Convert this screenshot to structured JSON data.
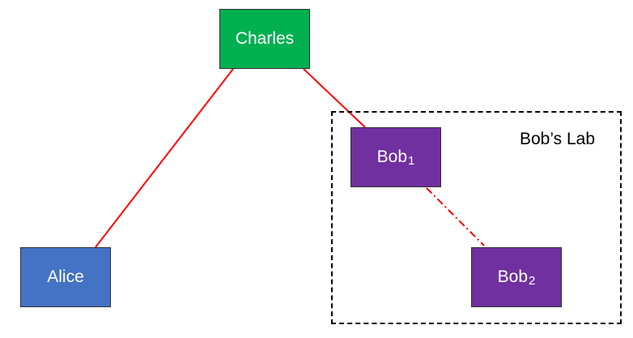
{
  "diagram": {
    "group": {
      "label": "Bob’s Lab"
    },
    "nodes": {
      "charles": {
        "label": "Charles",
        "subscript": "",
        "color": "#00b050"
      },
      "alice": {
        "label": "Alice",
        "subscript": "",
        "color": "#4472c4"
      },
      "bob1": {
        "label": "Bob",
        "subscript": "1",
        "color": "#7030a0"
      },
      "bob2": {
        "label": "Bob",
        "subscript": "2",
        "color": "#7030a0"
      }
    },
    "edges": [
      {
        "from": "charles",
        "to": "alice",
        "style": "solid",
        "color": "#ff0000"
      },
      {
        "from": "charles",
        "to": "bob1",
        "style": "solid",
        "color": "#ff0000"
      },
      {
        "from": "bob1",
        "to": "bob2",
        "style": "dash-dot",
        "color": "#ff0000"
      }
    ],
    "colors": {
      "group_border": "#000000",
      "node_border": "#2f2f2f"
    }
  }
}
